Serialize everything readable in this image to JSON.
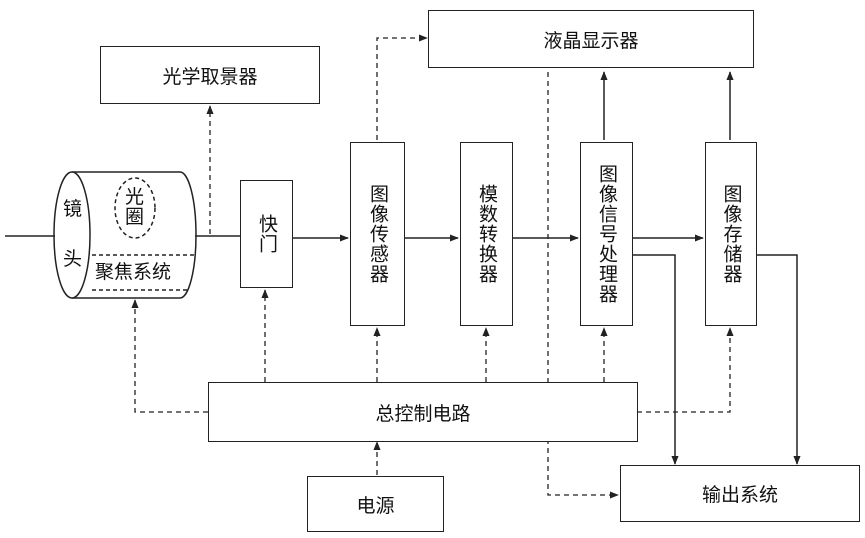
{
  "blocks": {
    "lens_top": "镜",
    "lens_bottom": "头",
    "aperture": "光圈",
    "focus": "聚焦系统",
    "viewfinder": "光学取景器",
    "lcd": "液晶显示器",
    "shutter": "快门",
    "image_sensor": "图像传感器",
    "adc": "模数转换器",
    "isp": "图像信号处理器",
    "storage": "图像存储器",
    "control": "总控制电路",
    "power": "电源",
    "output": "输出系统"
  }
}
